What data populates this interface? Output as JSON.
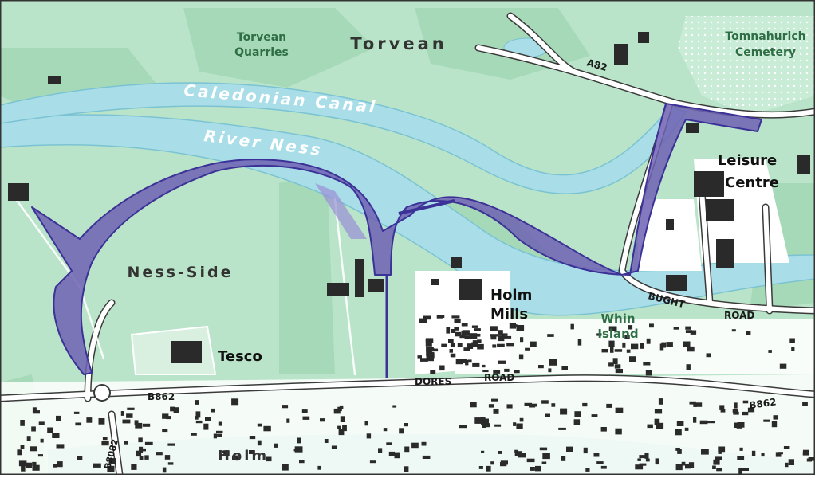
{
  "map": {
    "colors": {
      "land": "#b9e4c9",
      "field": "#a9dcba",
      "river": "#a9dde8",
      "riverEdge": "#7bc3d3",
      "road": "#ffffff",
      "roadCasing": "#3a3a3a",
      "building": "#2a2a2a",
      "scheme": "#6e62b3",
      "schemeEdge": "#3b3197",
      "border": "#333333"
    },
    "labels": {
      "torvean_quarries_1": "Torvean",
      "torvean_quarries_2": "Quarries",
      "torvean": "Torvean",
      "tomnahurich_1": "Tomnahurich",
      "tomnahurich_2": "Cemetery",
      "caledonian_canal": "Caledonian Canal",
      "river_ness": "River Ness",
      "ness_side": "Ness-Side",
      "tesco": "Tesco",
      "holm_mills_1": "Holm",
      "holm_mills_2": "Mills",
      "leisure_centre_1": "Leisure",
      "leisure_centre_2": "Centre",
      "whin_island_1": "Whin",
      "whin_island_2": "Island",
      "holm": "Holm"
    },
    "roads": {
      "a82": "A82",
      "bught": "BUGHT",
      "road_bught": "ROAD",
      "dores": "DORES",
      "road_dores": "ROAD",
      "b862_west": "B862",
      "b862_east": "B862",
      "b8082": "B8082"
    }
  }
}
